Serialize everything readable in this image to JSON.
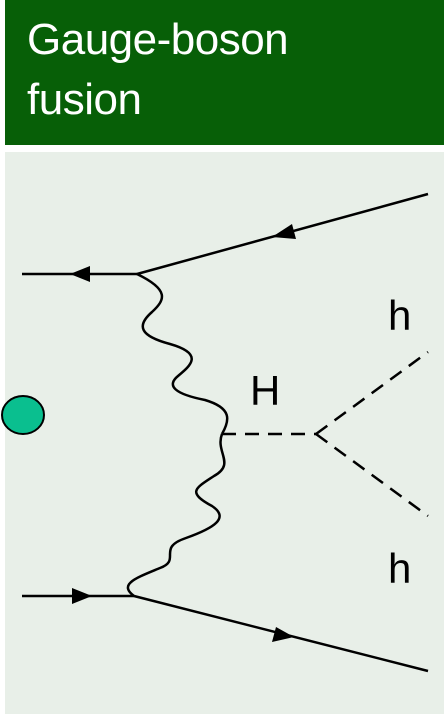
{
  "header": {
    "title_line1": "Gauge-boson",
    "title_line2": "fusion"
  },
  "diagram": {
    "label_H": "H",
    "label_h_top": "h",
    "label_h_bottom": "h"
  },
  "colors": {
    "header_bg": "#075f07",
    "panel_bg": "#e8efe8",
    "marker_fill": "#0abf8f"
  }
}
